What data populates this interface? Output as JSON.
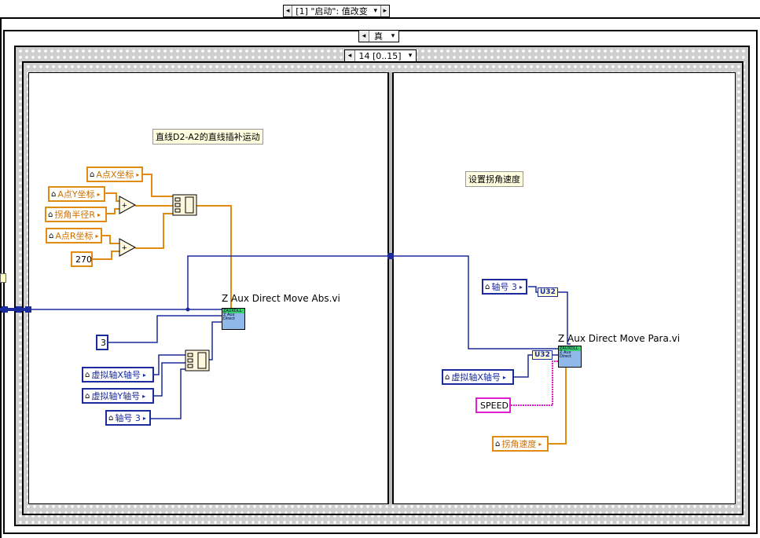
{
  "event_case": {
    "label": "[1] \"启动\": 值改变",
    "left_arrow": "◂",
    "drop_arrow": "▾",
    "right_arrow": "▸"
  },
  "case_structure": {
    "label": "真",
    "left_arrow": "◂",
    "drop_arrow": "▾",
    "right_arrow": "▸"
  },
  "sequence": {
    "label": "14 [0..15]",
    "left_arrow": "◂",
    "drop_arrow": "▾",
    "right_arrow": "▸"
  },
  "left_frame": {
    "comment": "直线D2-A2的直线插补运动",
    "controls": [
      {
        "id": "ax",
        "label": "A点X坐标",
        "color": "orange"
      },
      {
        "id": "ay",
        "label": "A点Y坐标",
        "color": "orange"
      },
      {
        "id": "r",
        "label": "拐角半径R",
        "color": "orange"
      },
      {
        "id": "ar",
        "label": "A点R坐标",
        "color": "orange"
      },
      {
        "id": "vx",
        "label": "虚拟轴X轴号",
        "color": "blue"
      },
      {
        "id": "vy",
        "label": "虚拟轴Y轴号",
        "color": "blue"
      },
      {
        "id": "axis3",
        "label": "轴号 3",
        "color": "blue"
      }
    ],
    "constants": {
      "c270": "270",
      "c3": "3"
    },
    "add_symbol": "+",
    "vi": {
      "name": "Z Aux Direct Move Abs.vi",
      "icon_text": "ZAUXDLL Z Aux Direct"
    }
  },
  "right_frame": {
    "comment": "设置拐角速度",
    "controls": [
      {
        "id": "axis3r",
        "label": "轴号 3",
        "color": "blue"
      },
      {
        "id": "vxr",
        "label": "虚拟轴X轴号",
        "color": "blue"
      },
      {
        "id": "corner_speed",
        "label": "拐角速度",
        "color": "orange"
      }
    ],
    "constants": {
      "speed": "SPEED"
    },
    "u32_label": "U32",
    "vi": {
      "name": "Z Aux Direct Move Para.vi",
      "icon_text": "ZAUXDLL Z Aux Direct"
    }
  },
  "icons": {
    "house": "⌂",
    "indicator_arrow": "▸",
    "array_icon": "▦"
  },
  "colors": {
    "orange_wire": "#e08c12",
    "blue_wire": "#1b2b9c",
    "pink_wire": "#e020d0",
    "frame_border": "#000000"
  }
}
